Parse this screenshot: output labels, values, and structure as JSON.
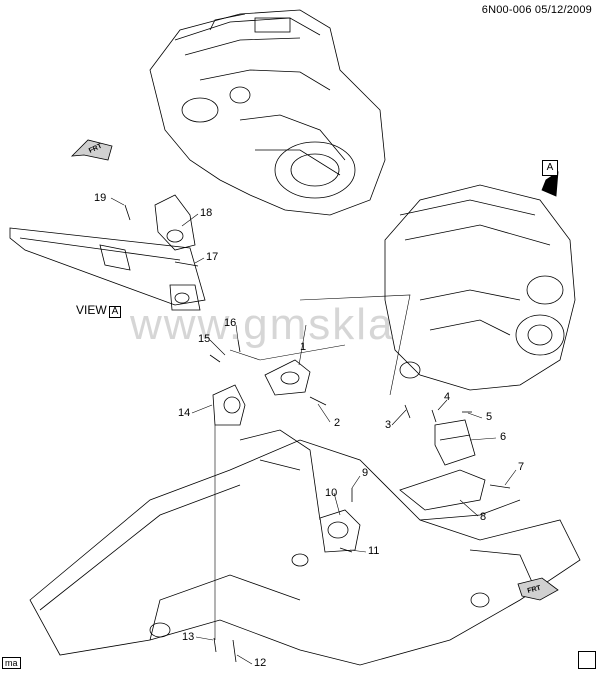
{
  "ref_code": "6N00-006 05/12/2009",
  "watermark": "www.gmskla",
  "view_label": "VIEW",
  "view_letter": "A",
  "view_marker_letter": "A",
  "arrow_label": "FRT",
  "corner_tag": "ma",
  "callouts": [
    "1",
    "2",
    "3",
    "4",
    "5",
    "6",
    "7",
    "8",
    "9",
    "10",
    "11",
    "12",
    "13",
    "14",
    "15",
    "16",
    "17",
    "18",
    "19"
  ]
}
